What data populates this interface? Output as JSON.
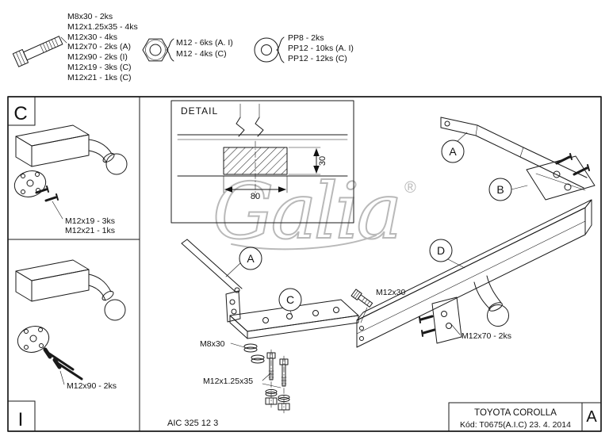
{
  "colors": {
    "line": "#1a1a1a",
    "watermark_gray": "#9c9c9c",
    "background": "#ffffff"
  },
  "icons": {
    "bolt": "bolt-icon",
    "nut": "nut-icon",
    "washer": "washer-icon"
  },
  "legend": {
    "bolts": {
      "items": [
        "M8x30 - 2ks",
        "M12x1.25x35 - 4ks",
        "M12x30 - 4ks",
        "M12x70 - 2ks (A)",
        "M12x90 - 2ks (I)",
        "M12x19 - 3ks (C)",
        "M12x21 - 1ks (C)"
      ]
    },
    "nuts": {
      "items": [
        "M12 - 6ks (A. I)",
        "M12 - 4ks (C)"
      ]
    },
    "washers": {
      "items": [
        "PP8 - 2ks",
        "PP12 - 10ks (A. I)",
        "PP12 - 12ks (C)"
      ]
    }
  },
  "left_panel": {
    "section_top_letter": "C",
    "section_bottom_letter": "I",
    "top_unit_labels": [
      "M12x19 - 3ks",
      "M12x21 - 1ks"
    ],
    "bottom_unit_label": "M12x90 - 2ks"
  },
  "detail": {
    "title": "DETAIL",
    "width_dim": "80",
    "height_dim": "30"
  },
  "assembly": {
    "callouts": {
      "a_arm": "A",
      "b": "B",
      "a_rod": "A",
      "c": "C",
      "d": "D"
    },
    "labels": {
      "m12x30": "M12x30",
      "m8x30": "M8x30",
      "m12x125x35": "M12x1.25x35",
      "m12x70": "M12x70 - 2ks"
    }
  },
  "watermark": {
    "text": "Galia",
    "registered": "®"
  },
  "title_block": {
    "doc_code": "AIC 325 12 3",
    "vehicle": "TOYOTA COROLLA",
    "code_date": "Kód: T0675(A.I.C)  23. 4. 2014",
    "revision": "A"
  }
}
